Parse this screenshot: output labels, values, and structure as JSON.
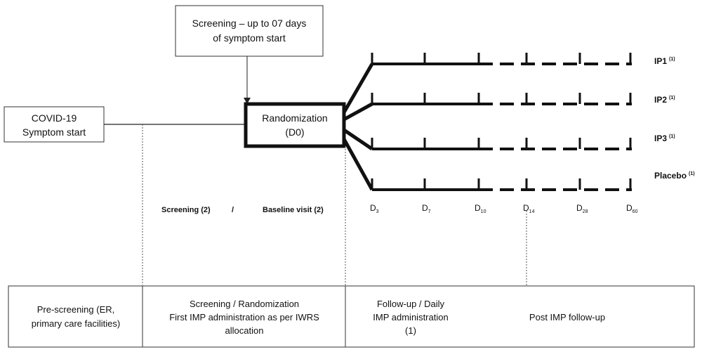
{
  "boxes": {
    "screening": [
      "Screening – up to 07 days",
      "of symptom start"
    ],
    "covid": [
      "COVID-19",
      "Symptom start"
    ],
    "randomization": [
      "Randomization",
      "(D0)"
    ]
  },
  "arms": [
    {
      "name": "IP1",
      "note": "(1)"
    },
    {
      "name": "IP2",
      "note": "(1)"
    },
    {
      "name": "IP3",
      "note": "(1)"
    },
    {
      "name": "Placebo",
      "note": "(1)"
    }
  ],
  "days": [
    {
      "label": "D",
      "sub": "3"
    },
    {
      "label": "D",
      "sub": "7"
    },
    {
      "label": "D",
      "sub": "10"
    },
    {
      "label": "D",
      "sub": "14"
    },
    {
      "label": "D",
      "sub": "28"
    },
    {
      "label": "D",
      "sub": "60"
    }
  ],
  "phase_labels": {
    "screening": "Screening (2)",
    "separator": "/",
    "baseline": "Baseline visit (2)"
  },
  "table": {
    "cells": [
      [
        "Pre-screening (ER,",
        "primary care facilities)"
      ],
      [
        "Screening / Randomization",
        "First IMP administration as per IWRS",
        "allocation"
      ],
      [
        "Follow-up / Daily",
        "IMP administration",
        "(1)"
      ],
      [
        "Post IMP follow-up"
      ]
    ]
  }
}
